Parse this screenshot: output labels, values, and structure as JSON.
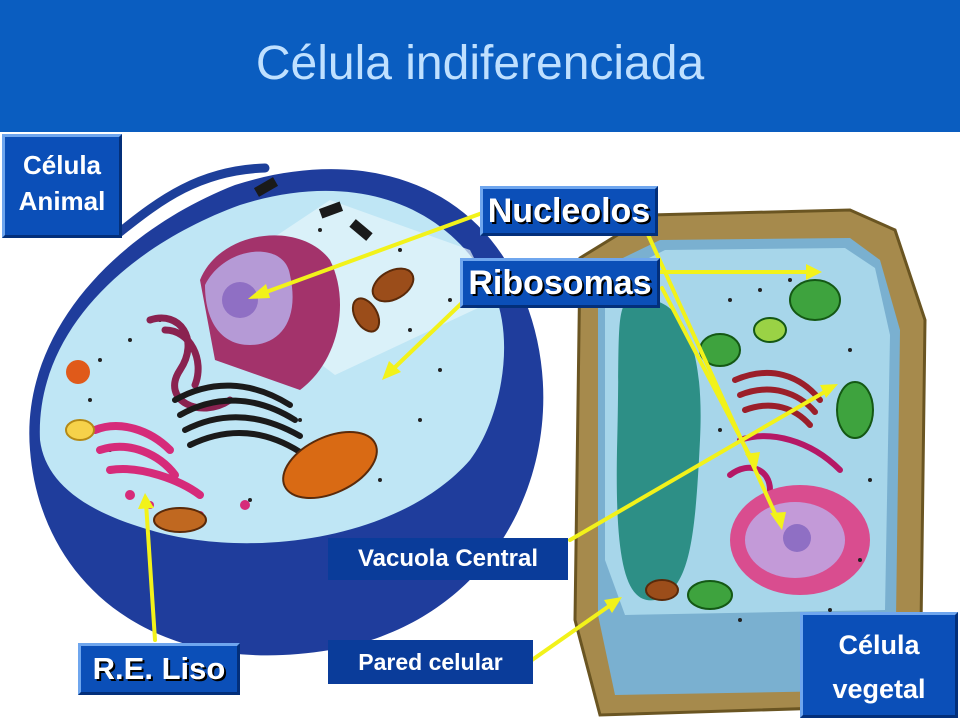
{
  "title": "Célula indiferenciada",
  "labels": {
    "celula_animal": "Célula Animal",
    "nucleolos": "Nucleolos",
    "ribosomas": "Ribosomas",
    "vacuola_central": "Vacuola Central",
    "pared_celular": "Pared celular",
    "re_liso": "R.E. Liso",
    "celula_vegetal": "Célula vegetal"
  },
  "colors": {
    "header": "#0a5dc0",
    "title_text": "#bfe0ff",
    "label_bg": "#0b4fb8",
    "arrow": "#f2f21a"
  }
}
